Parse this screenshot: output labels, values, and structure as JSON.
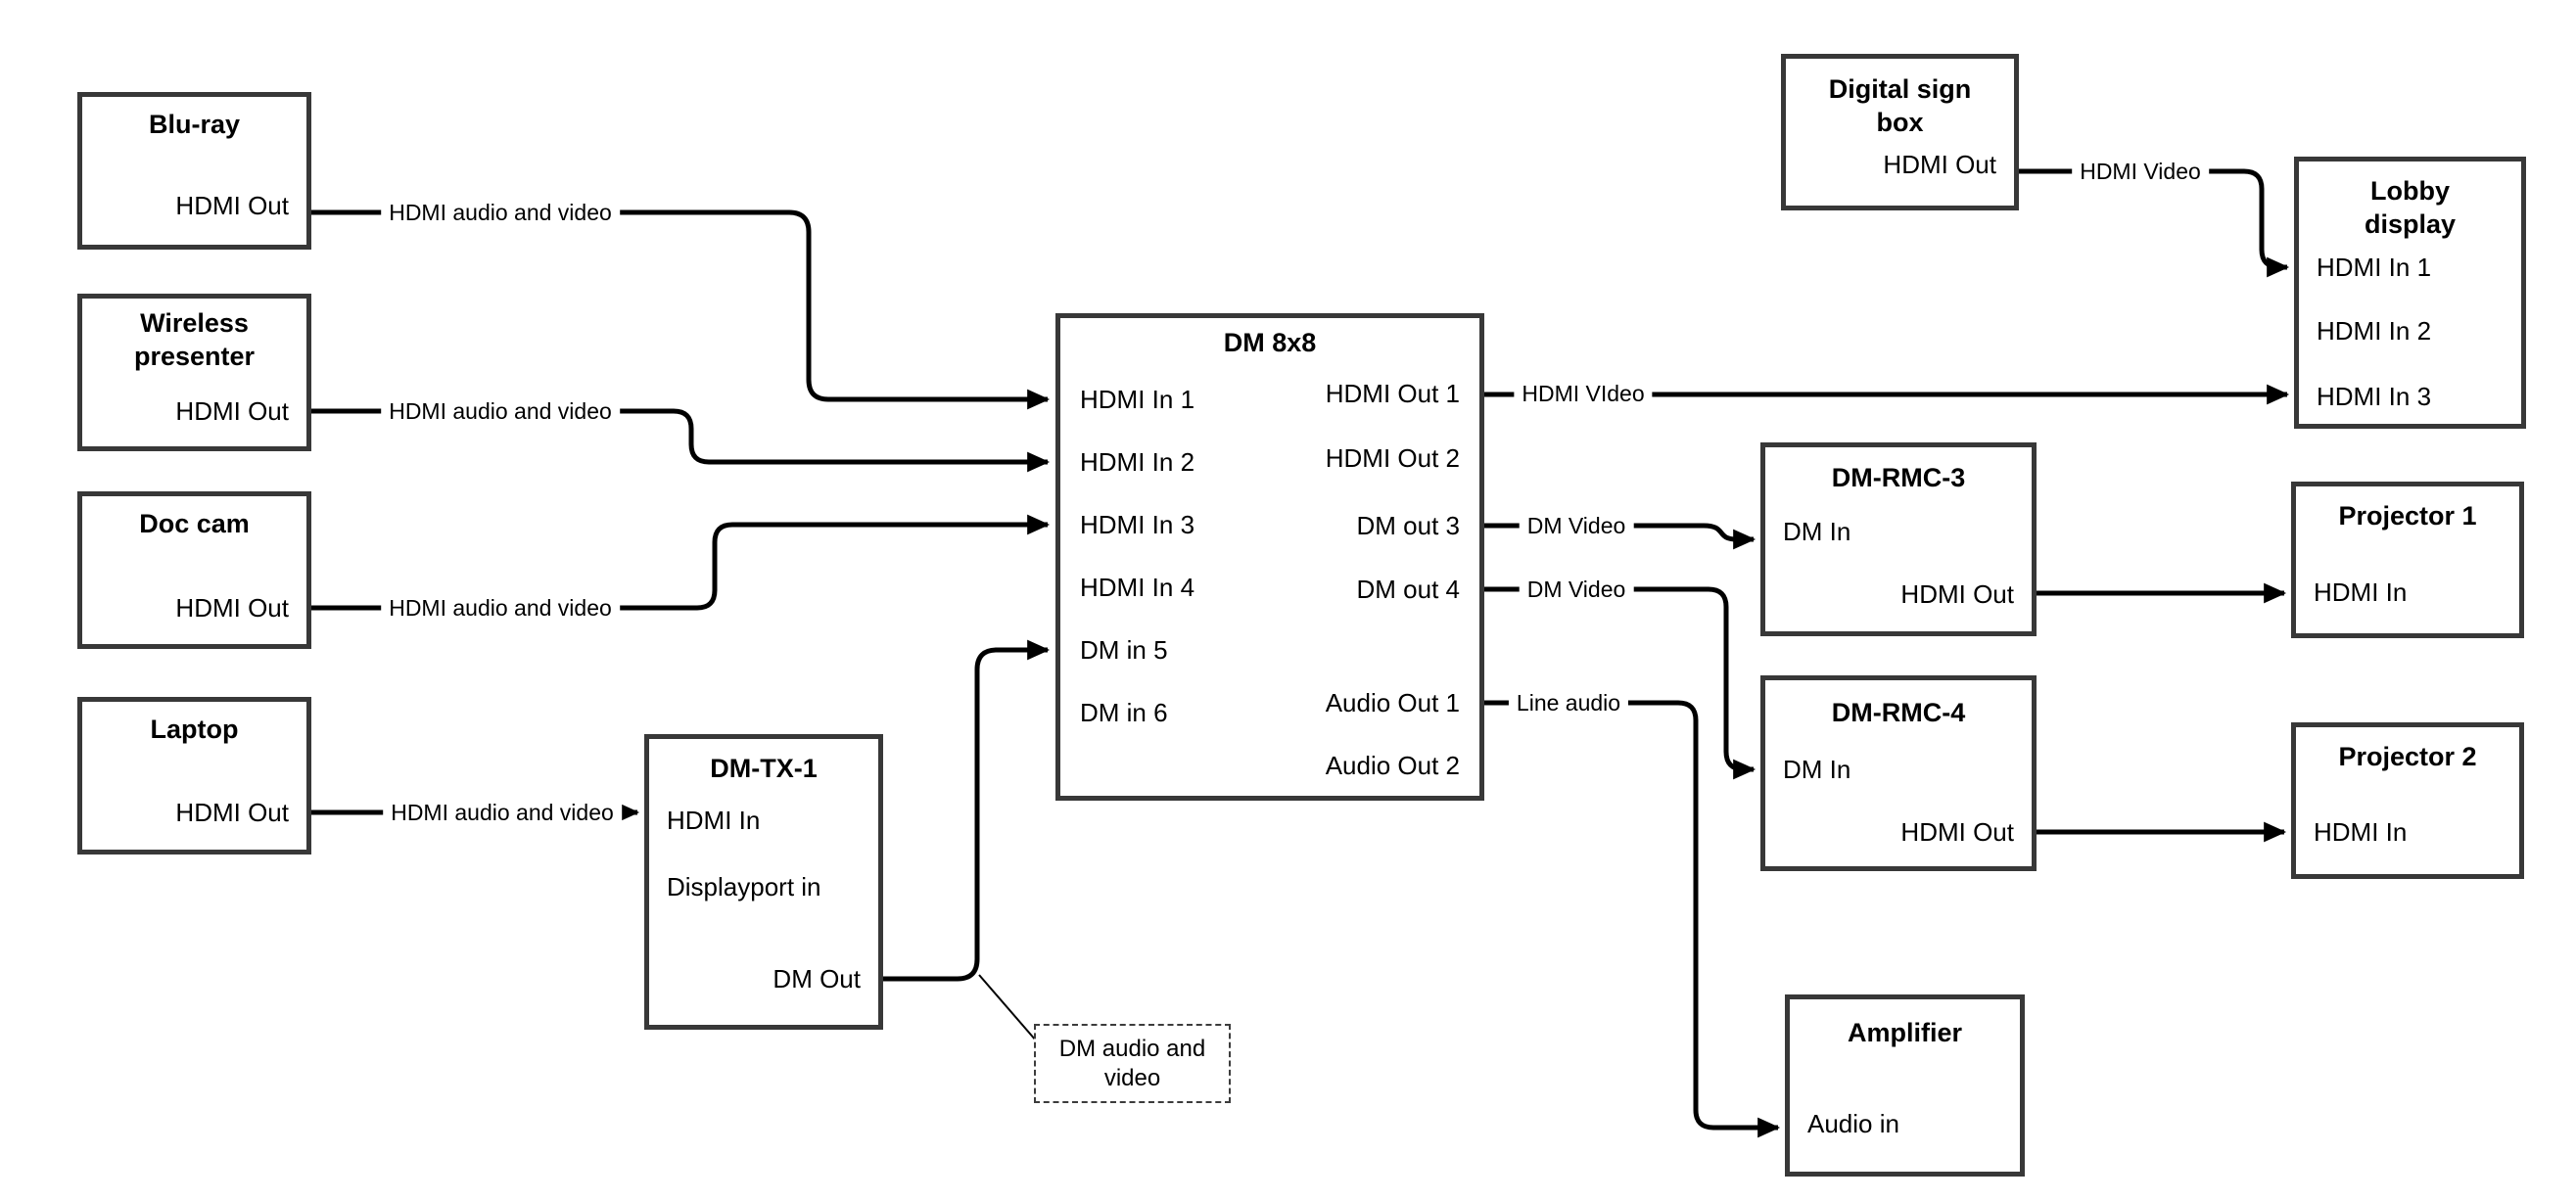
{
  "canvas": {
    "background": "#ffffff",
    "line_color": "#000000",
    "box_border_color": "#383838"
  },
  "nodes": {
    "bluray": {
      "title": "Blu-ray",
      "ports": {
        "hdmi_out": "HDMI Out"
      }
    },
    "wireless_presenter": {
      "title": "Wireless presenter",
      "ports": {
        "hdmi_out": "HDMI Out"
      }
    },
    "doc_cam": {
      "title": "Doc cam",
      "ports": {
        "hdmi_out": "HDMI Out"
      }
    },
    "laptop": {
      "title": "Laptop",
      "ports": {
        "hdmi_out": "HDMI Out"
      }
    },
    "dm_tx_1": {
      "title": "DM-TX-1",
      "ports": {
        "hdmi_in": "HDMI In",
        "displayport_in": "Displayport in",
        "dm_out": "DM Out"
      }
    },
    "dm_8x8": {
      "title": "DM 8x8",
      "ports": {
        "hdmi_in_1": "HDMI In 1",
        "hdmi_in_2": "HDMI In 2",
        "hdmi_in_3": "HDMI In 3",
        "hdmi_in_4": "HDMI In 4",
        "dm_in_5": "DM in 5",
        "dm_in_6": "DM in 6",
        "hdmi_out_1": "HDMI Out 1",
        "hdmi_out_2": "HDMI Out 2",
        "dm_out_3": "DM out 3",
        "dm_out_4": "DM out 4",
        "audio_out_1": "Audio Out 1",
        "audio_out_2": "Audio Out 2"
      }
    },
    "digital_sign_box": {
      "title": "Digital sign box",
      "ports": {
        "hdmi_out": "HDMI Out"
      }
    },
    "lobby_display": {
      "title": "Lobby display",
      "ports": {
        "hdmi_in_1": "HDMI In 1",
        "hdmi_in_2": "HDMI In 2",
        "hdmi_in_3": "HDMI In 3"
      }
    },
    "dm_rmc_3": {
      "title": "DM-RMC-3",
      "ports": {
        "dm_in": "DM In",
        "hdmi_out": "HDMI Out"
      }
    },
    "projector_1": {
      "title": "Projector 1",
      "ports": {
        "hdmi_in": "HDMI In"
      }
    },
    "dm_rmc_4": {
      "title": "DM-RMC-4",
      "ports": {
        "dm_in": "DM In",
        "hdmi_out": "HDMI Out"
      }
    },
    "projector_2": {
      "title": "Projector 2",
      "ports": {
        "hdmi_in": "HDMI In"
      }
    },
    "amplifier": {
      "title": "Amplifier",
      "ports": {
        "audio_in": "Audio in"
      }
    }
  },
  "edges": {
    "bluray_to_dm8x8": {
      "label": "HDMI audio and video"
    },
    "wireless_to_dm8x8": {
      "label": "HDMI audio and video"
    },
    "doccam_to_dm8x8": {
      "label": "HDMI audio and video"
    },
    "laptop_to_dmtx": {
      "label": "HDMI audio and video"
    },
    "dm8x8_to_lobby": {
      "label": "HDMI VIdeo"
    },
    "dm8x8_to_rmc3": {
      "label": "DM Video"
    },
    "dm8x8_to_rmc4": {
      "label": "DM Video"
    },
    "dm8x8_to_amplifier": {
      "label": "Line audio"
    },
    "digitalsign_to_lobby": {
      "label": "HDMI Video"
    }
  },
  "annotation": {
    "text": "DM audio and video"
  }
}
